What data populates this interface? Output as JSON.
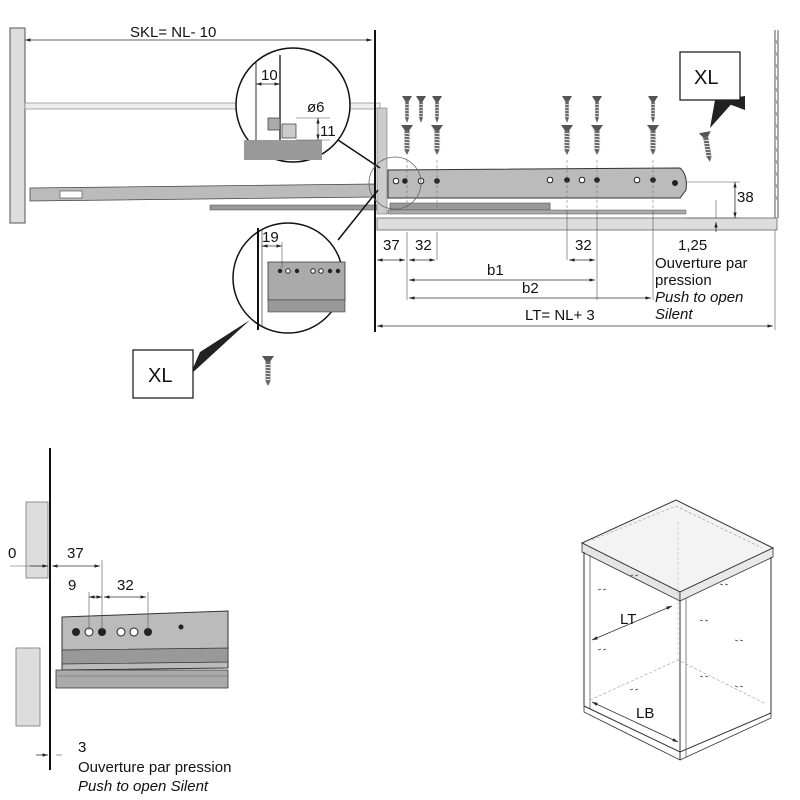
{
  "top": {
    "skl_label": "SKL= NL- 10",
    "lt_label": "LT= NL+ 3",
    "b1_label": "b1",
    "b2_label": "b2",
    "dim_37": "37",
    "dim_32_left": "32",
    "dim_32_right": "32",
    "dim_38": "38",
    "dim_125": "1,25",
    "open_fr_1": "Ouverture par",
    "open_fr_2": "pression",
    "open_en_1": "Push to open",
    "open_en_2": "Silent",
    "xl_top": "XL",
    "xl_bottom": "XL",
    "detail_top_10": "10",
    "detail_top_d6": "ø6",
    "detail_top_11": "11",
    "detail_bottom_19": "19"
  },
  "side": {
    "dim_0": "0",
    "dim_37": "37",
    "dim_9": "9",
    "dim_32": "32",
    "dim_3": "3",
    "open_fr": "Ouverture par pression",
    "open_en": "Push to open Silent"
  },
  "cabinet": {
    "lt_label": "LT",
    "lb_label": "LB"
  }
}
